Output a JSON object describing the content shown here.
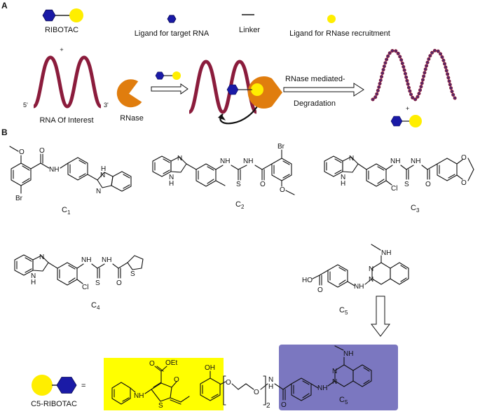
{
  "panels": {
    "a_label": "A",
    "b_label": "B"
  },
  "legend": {
    "ribotac": "RIBOTAC",
    "ligand_target": "Ligand for target RNA",
    "linker": "Linker",
    "ligand_rnase": "Ligand for RNase recruitment",
    "plus": "+"
  },
  "scheme": {
    "rna_five": "5'",
    "rna_three": "3'",
    "rna_label": "RNA Of Interest",
    "rnase_label": "RNase",
    "mediated": "RNase mediated-",
    "degradation": "Degradation",
    "plus": "+"
  },
  "compounds": {
    "c1": "C",
    "c1_sub": "1",
    "c2": "C",
    "c2_sub": "2",
    "c3": "C",
    "c3_sub": "3",
    "c4": "C",
    "c4_sub": "4",
    "c5": "C",
    "c5_sub": "5",
    "c5_box": "C",
    "c5_box_sub": "5"
  },
  "atoms": {
    "nh": "NH",
    "n": "N",
    "h": "H",
    "s": "S",
    "o": "O",
    "br": "Br",
    "cl": "Cl",
    "ho": "HO",
    "oh": "OH",
    "oet": "OEt",
    "two": "2"
  },
  "conjugate": {
    "label": "C5-RIBOTAC",
    "equals": "="
  },
  "colors": {
    "hexagon": "#1a1aa6",
    "circle": "#ffee00",
    "rna": "#8b1c3c",
    "rnase": "#e07d0e",
    "yellow_box": "#ffff00",
    "purple_box": "#7b77c0",
    "fragments": "#4b2a6e"
  }
}
